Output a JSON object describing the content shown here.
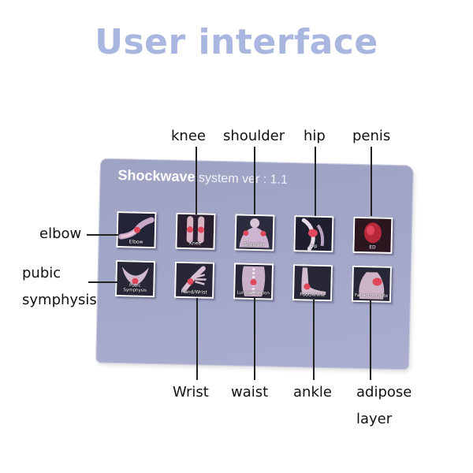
{
  "page_title": "User interface",
  "screen": {
    "brand": "Shockwave",
    "subtitle": " system ver : 1.1",
    "tiles": [
      {
        "label": "Elbow",
        "icon": "elbow-icon"
      },
      {
        "label": "Knee",
        "icon": "knee-icon"
      },
      {
        "label": "Shoulder",
        "icon": "shoulder-icon"
      },
      {
        "label": "Hip",
        "icon": "hip-icon"
      },
      {
        "label": "ED",
        "icon": "penis-icon"
      },
      {
        "label": "Pubic Symphysis",
        "icon": "pubic-icon"
      },
      {
        "label": "Hand/Wrist",
        "icon": "wrist-icon"
      },
      {
        "label": "Lumbar Region",
        "icon": "waist-icon"
      },
      {
        "label": "Foot/Ankle",
        "icon": "ankle-icon"
      },
      {
        "label": "Fat accumulate",
        "icon": "adipose-icon"
      }
    ]
  },
  "callouts": {
    "elbow": "elbow",
    "pubic_line1": "pubic",
    "pubic_line2": "symphysis",
    "knee": "knee",
    "shoulder": "shoulder",
    "hip": "hip",
    "penis": "penis",
    "wrist": "Wrist",
    "waist": "waist",
    "ankle": "ankle",
    "adipose_line1": "adipose",
    "adipose_line2": "layer"
  },
  "colors": {
    "title": "#a9b6e0",
    "screen_bg": "#a2a6c7",
    "tile_bg": "#1d1d2c",
    "highlight": "#e0475a"
  }
}
